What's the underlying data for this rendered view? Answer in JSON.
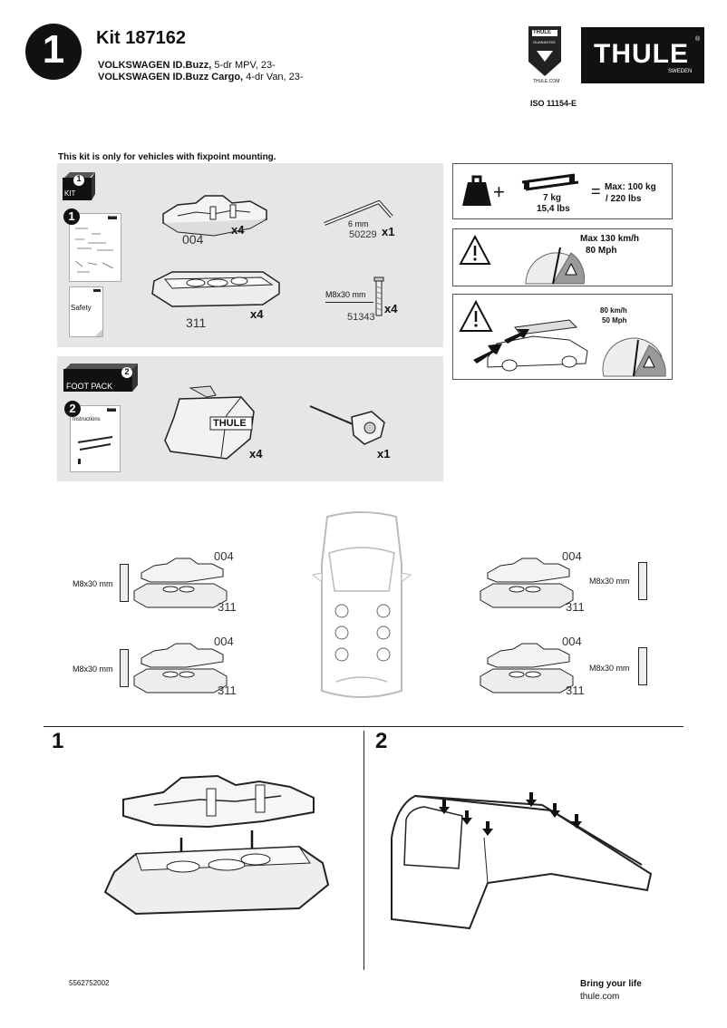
{
  "header": {
    "step_number": "1",
    "kit_title": "Kit 187162",
    "vehicle_lines": [
      {
        "model": "VOLKSWAGEN ID.Buzz,",
        "desc": " 5-dr MPV, 23-"
      },
      {
        "model": "VOLKSWAGEN ID.Buzz Cargo,",
        "desc": " 4-dr Van, 23-"
      }
    ],
    "badge_top": "THULE",
    "badge_sub": "GUARANTEE",
    "badge_bottom": "THULE.COM",
    "iso": "ISO 11154-E",
    "brand_logo": "THULE",
    "brand_registered": "®",
    "brand_sub": "SWEDEN"
  },
  "fixpoint_note": "This kit is only for vehicles with fixpoint mounting.",
  "kit_panel": {
    "box_number": "1",
    "box_label": "KIT",
    "doc_number": "1",
    "doc_brand": "THULE",
    "safety_label": "Safety",
    "parts": [
      {
        "code": "004",
        "qty": "x4"
      },
      {
        "code": "311",
        "qty": "x4"
      },
      {
        "code": "50229",
        "size": "6 mm",
        "qty": "x1"
      },
      {
        "code": "51343",
        "size": "M8x30 mm",
        "qty": "x4"
      }
    ]
  },
  "footpack_panel": {
    "box_number": "2",
    "box_label": "FOOT PACK",
    "doc_number": "2",
    "doc_brand": "THULE",
    "doc_label": "Instructions",
    "foot_brand": "THULE",
    "parts": [
      {
        "qty": "x4"
      },
      {
        "qty": "x1"
      }
    ]
  },
  "warnings": {
    "load_weight": "7 kg",
    "load_weight_lbs": "15,4 lbs",
    "load_max": "Max: 100 kg",
    "load_max_lbs": "/ 220 lbs",
    "speed_max_kmh": "Max  130 km/h",
    "speed_max_mph": "80 Mph",
    "speed2_kmh": "80 km/h",
    "speed2_mph": "50 Mph"
  },
  "placement": {
    "labels": [
      {
        "top": "004",
        "bottom": "311",
        "screw": "M8x30 mm"
      },
      {
        "top": "004",
        "bottom": "311",
        "screw": "M8x30 mm"
      },
      {
        "top": "004",
        "bottom": "311",
        "screw": "M8x30 mm"
      },
      {
        "top": "004",
        "bottom": "311",
        "screw": "M8x30 mm"
      }
    ]
  },
  "steps": [
    {
      "number": "1"
    },
    {
      "number": "2"
    }
  ],
  "footer": {
    "part_number": "5562752002",
    "tagline": "Bring your life",
    "website": "thule.com"
  }
}
